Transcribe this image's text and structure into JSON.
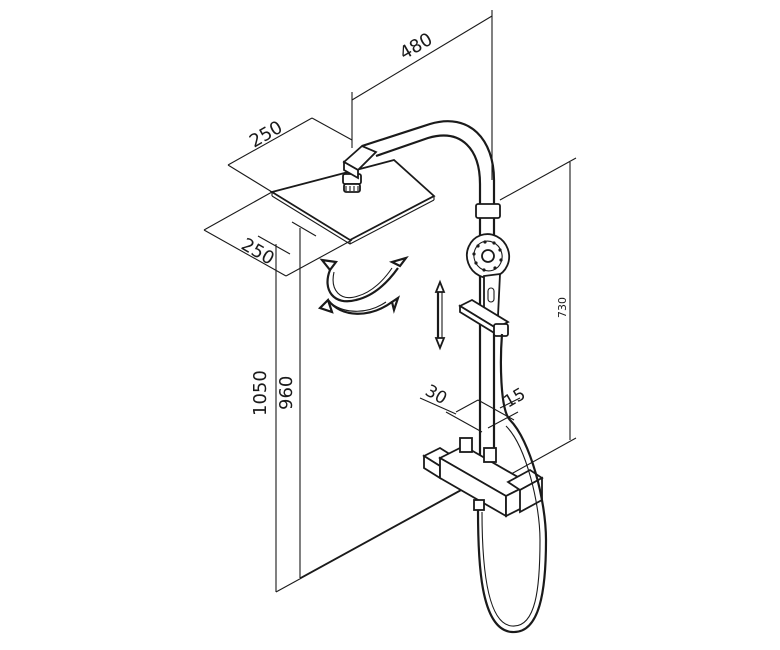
{
  "dimensions": {
    "arm_length": "480",
    "head_width": "250",
    "head_depth": "250",
    "total_height": "1050",
    "mixer_height": "960",
    "rail_height": "730",
    "pipe_spacing": "30",
    "pipe_offset": "15"
  },
  "icons": {
    "swivel": "swivel-arrows-icon",
    "slide": "slide-arrow-icon"
  },
  "colors": {
    "line": "#1a1a1a",
    "background": "#ffffff"
  }
}
